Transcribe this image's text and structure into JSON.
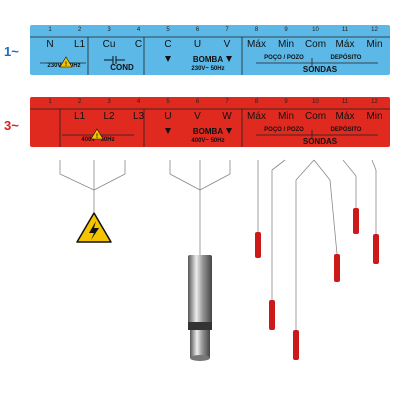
{
  "single_phase": {
    "phase_label": "1~",
    "phase_color": "#1a6fc0",
    "strip_color": "#5cb8e6",
    "terminals": [
      {
        "num": "1",
        "label": "N"
      },
      {
        "num": "2",
        "label": "L1"
      },
      {
        "num": "3",
        "label": "Cu"
      },
      {
        "num": "4",
        "label": "C"
      },
      {
        "num": "5",
        "label": "C"
      },
      {
        "num": "6",
        "label": "U"
      },
      {
        "num": "7",
        "label": "V"
      },
      {
        "num": "8",
        "label": "Máx"
      },
      {
        "num": "9",
        "label": "Min"
      },
      {
        "num": "10",
        "label": "Com"
      },
      {
        "num": "11",
        "label": "Máx"
      },
      {
        "num": "12",
        "label": "Min"
      }
    ],
    "supply_text": "230V~ 50Hz",
    "cond_text": "COND",
    "pump_title": "BOMBA",
    "pump_text": "230V~ 50Hz",
    "well_text": "POÇO / POZO",
    "tank_text": "DEPÓSITO",
    "probes_text": "SONDAS"
  },
  "three_phase": {
    "phase_label": "3~",
    "phase_color": "#d42020",
    "strip_color": "#e02a20",
    "terminals": [
      {
        "num": "1",
        "label": ""
      },
      {
        "num": "2",
        "label": "L1"
      },
      {
        "num": "3",
        "label": "L2"
      },
      {
        "num": "4",
        "label": "L3"
      },
      {
        "num": "5",
        "label": "U"
      },
      {
        "num": "6",
        "label": "V"
      },
      {
        "num": "7",
        "label": "W"
      },
      {
        "num": "8",
        "label": "Máx"
      },
      {
        "num": "9",
        "label": "Min"
      },
      {
        "num": "10",
        "label": "Com"
      },
      {
        "num": "11",
        "label": "Máx"
      },
      {
        "num": "12",
        "label": "Min"
      }
    ],
    "supply_text": "400V~ 50Hz",
    "pump_title": "BOMBA",
    "pump_text": "400V~ 50Hz",
    "well_text": "POÇO / POZO",
    "tank_text": "DEPÓSITO",
    "probes_text": "SONDAS"
  },
  "colors": {
    "probe": "#cc1a1a",
    "pump_body": "#9a9a9a",
    "warning": "#f5c400"
  }
}
